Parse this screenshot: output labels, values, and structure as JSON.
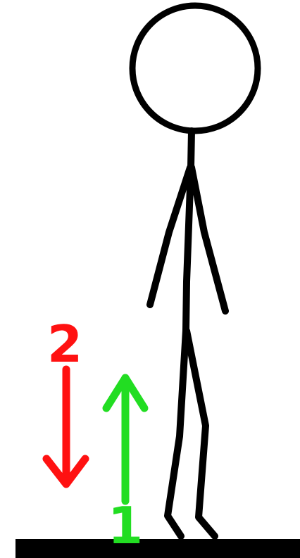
{
  "steps": [
    {
      "label": "1",
      "direction": "up",
      "color": "#22dd22"
    },
    {
      "label": "2",
      "direction": "down",
      "color": "#ff1111"
    }
  ],
  "colors": {
    "figure": "#000000",
    "ground": "#000000",
    "background": "#ffffff"
  }
}
